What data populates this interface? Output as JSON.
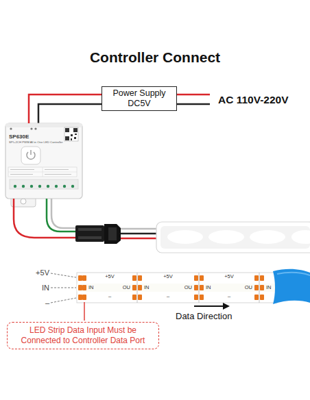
{
  "diagram": {
    "title": "Controller Connect",
    "nodes": [
      {
        "text": [
          "Power Supply DC5V"
        ]
      },
      {
        "text": [
          "SP630E",
          "SPI+2CH PWM All in One LED Controller"
        ]
      },
      {
        "text": [
          "LED Strip Data Input Must be Connected to Controller Data Port"
        ]
      }
    ],
    "edges": [
      {
        "from": 0,
        "to": 1,
        "arrow": "none"
      }
    ],
    "labels": [
      "AC 110V-220V",
      "+5V",
      "IN",
      "–",
      "IN",
      "+5V",
      "–",
      "OU",
      "IN",
      "+5V",
      "–",
      "OU",
      "IN",
      "+5V",
      "–",
      "OU",
      "IN",
      "Data Direction"
    ]
  }
}
